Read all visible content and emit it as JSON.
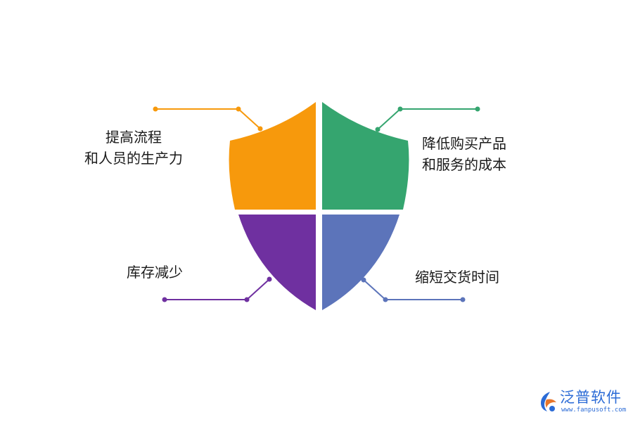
{
  "colors": {
    "top_left": "#F7990C",
    "top_right": "#35A56F",
    "bottom_left": "#6F30A0",
    "bottom_right": "#5C74BA"
  },
  "quadrants": {
    "top_left": {
      "lines": [
        "提高流程",
        "和人员的生产力"
      ]
    },
    "top_right": {
      "lines": [
        "降低购买产品",
        "和服务的成本"
      ]
    },
    "bottom_left": {
      "lines": [
        "库存减少"
      ]
    },
    "bottom_right": {
      "lines": [
        "缩短交货时间"
      ]
    }
  },
  "logo": {
    "name": "泛普软件",
    "url": "www.fanpusoft.com",
    "icon": "fanpu-logo-icon"
  }
}
